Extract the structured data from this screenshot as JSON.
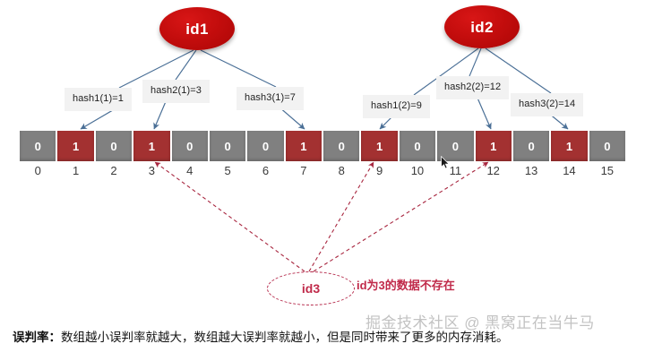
{
  "diagram": {
    "title": "Bloom Filter bit array diagram",
    "colors": {
      "bit_on": "#a33131",
      "bit_off": "#808080",
      "ellipse_red": "#c40d0d",
      "arrow_blue": "#4a6f96",
      "dashed_red": "#b5294a",
      "label_bg": "#f2f2f2"
    },
    "keys": [
      {
        "id": "id1",
        "label": "id1"
      },
      {
        "id": "id2",
        "label": "id2"
      }
    ],
    "hash_labels": [
      {
        "text": "hash1(1)=1",
        "key": "id1",
        "index": 1
      },
      {
        "text": "hash2(1)=3",
        "key": "id1",
        "index": 3
      },
      {
        "text": "hash3(1)=7",
        "key": "id1",
        "index": 7
      },
      {
        "text": "hash1(2)=9",
        "key": "id2",
        "index": 9
      },
      {
        "text": "hash2(2)=12",
        "key": "id2",
        "index": 12
      },
      {
        "text": "hash3(2)=14",
        "key": "id2",
        "index": 14
      }
    ],
    "bit_array": {
      "length": 16,
      "values": [
        0,
        1,
        0,
        1,
        0,
        0,
        0,
        1,
        0,
        1,
        0,
        0,
        1,
        0,
        1,
        0
      ],
      "indices": [
        0,
        1,
        2,
        3,
        4,
        5,
        6,
        7,
        8,
        9,
        10,
        11,
        12,
        13,
        14,
        15
      ]
    },
    "query": {
      "label": "id3",
      "note": "id为3的数据不存在",
      "probe_indices": [
        3,
        9,
        12
      ]
    },
    "caption": {
      "term": "误判率：",
      "text": "数组越小误判率就越大，数组越大误判率就越小，但是同时带来了更多的内存消耗。"
    },
    "watermark": "掘金技术社区 @ 黑窝正在当牛马"
  }
}
